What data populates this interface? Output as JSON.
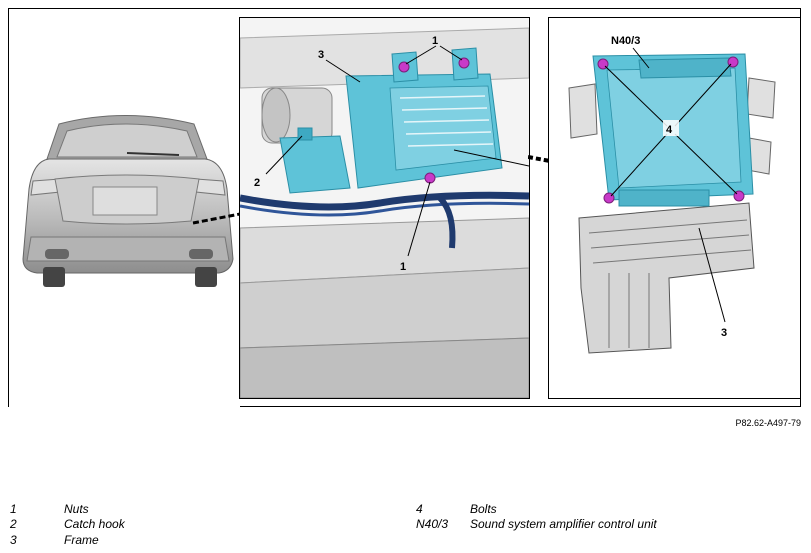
{
  "figure_ref": "P82.62-A497-79",
  "callouts": {
    "nuts": "1",
    "catch_hook": "2",
    "frame": "3",
    "bolts": "4",
    "amplifier": "N40/3"
  },
  "legend": [
    {
      "key": "1",
      "label": "Nuts"
    },
    {
      "key": "2",
      "label": "Catch hook"
    },
    {
      "key": "3",
      "label": "Frame"
    },
    {
      "key": "4",
      "label": "Bolts"
    },
    {
      "key": "N40/3",
      "label": "Sound system amplifier control unit"
    }
  ],
  "colors": {
    "unit_blue": "#5ec3d8",
    "bolt_magenta": "#c83ac8",
    "cable_navy": "#1f3a6e",
    "part_grey": "#d6d6d6"
  }
}
